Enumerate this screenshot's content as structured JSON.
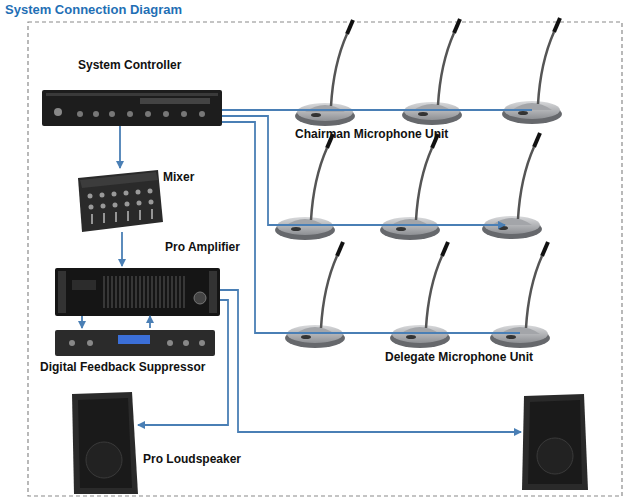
{
  "diagram": {
    "title": "System Connection Diagram",
    "nodes": [
      {
        "text": [
          "System Controller"
        ]
      },
      {
        "text": [
          "Mixer"
        ]
      },
      {
        "text": [
          "Pro Amplifier"
        ]
      },
      {
        "text": [
          "Digital Feedback Suppressor"
        ]
      },
      {
        "text": [
          "Chairman Microphone Unit"
        ]
      },
      {
        "text": [
          "Delegate Microphone Unit"
        ]
      },
      {
        "text": [
          "Pro Loudspeaker"
        ]
      }
    ],
    "edges": [
      {
        "from": 0,
        "to": 1,
        "arrow": "to"
      },
      {
        "from": 1,
        "to": 2,
        "arrow": "to"
      },
      {
        "from": 2,
        "to": 3,
        "arrow": "to"
      },
      {
        "from": 3,
        "to": 2,
        "arrow": "to"
      },
      {
        "from": 0,
        "to": 4,
        "arrow": "none"
      },
      {
        "from": 0,
        "to": 5,
        "arrow": "none"
      },
      {
        "from": 2,
        "to": 6,
        "arrow": "to"
      }
    ]
  }
}
